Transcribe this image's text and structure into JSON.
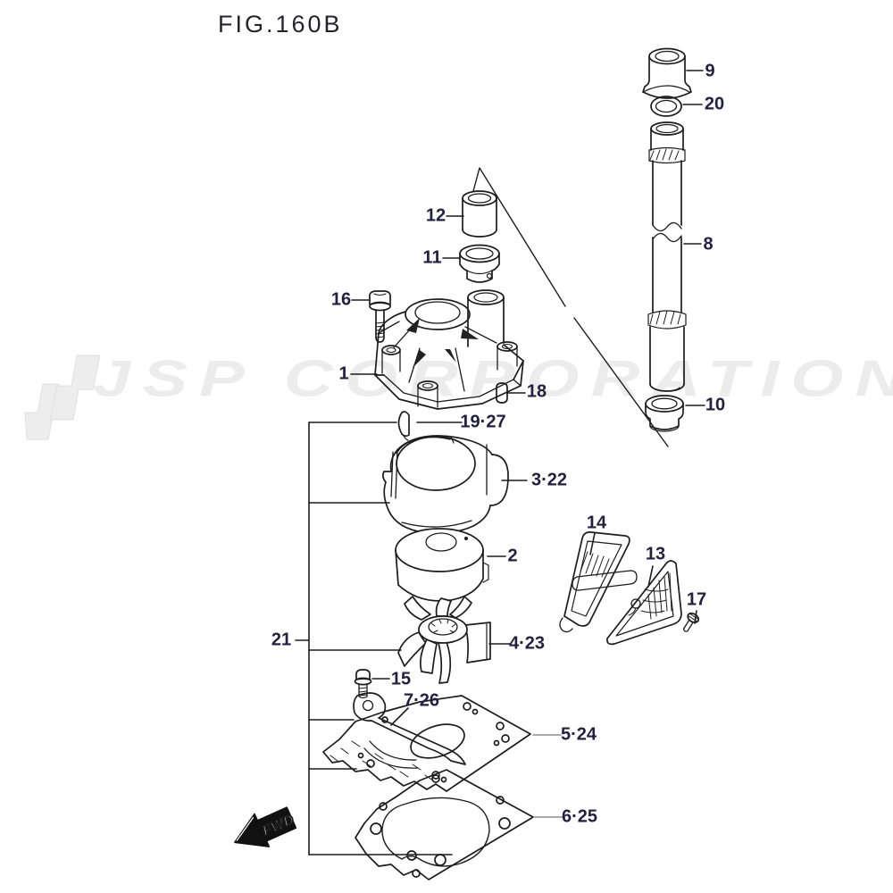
{
  "figure": {
    "title": "FIG.160B"
  },
  "watermark": {
    "text": "JSP CORPORATION"
  },
  "fwd": {
    "label": "FWD"
  },
  "colors": {
    "line": "#1c1c1c",
    "label_text": "#22223e",
    "watermark_gray": "#ececec",
    "gray_leader": "#9e9e9e"
  },
  "callouts": [
    {
      "ref": "9",
      "label": "9"
    },
    {
      "ref": "20",
      "label": "20"
    },
    {
      "ref": "8",
      "label": "8"
    },
    {
      "ref": "10",
      "label": "10"
    },
    {
      "ref": "12",
      "label": "12"
    },
    {
      "ref": "11",
      "label": "11"
    },
    {
      "ref": "16",
      "label": "16"
    },
    {
      "ref": "1",
      "label": "1"
    },
    {
      "ref": "18",
      "label": "18"
    },
    {
      "ref": "19-27",
      "label": "19·27"
    },
    {
      "ref": "3-22",
      "label": "3·22"
    },
    {
      "ref": "2",
      "label": "2"
    },
    {
      "ref": "21",
      "label": "21"
    },
    {
      "ref": "4-23",
      "label": "4·23"
    },
    {
      "ref": "15",
      "label": "15"
    },
    {
      "ref": "7-26",
      "label": "7·26"
    },
    {
      "ref": "5-24",
      "label": "5·24"
    },
    {
      "ref": "6-25",
      "label": "6·25"
    },
    {
      "ref": "14",
      "label": "14"
    },
    {
      "ref": "13",
      "label": "13"
    },
    {
      "ref": "17",
      "label": "17"
    }
  ]
}
